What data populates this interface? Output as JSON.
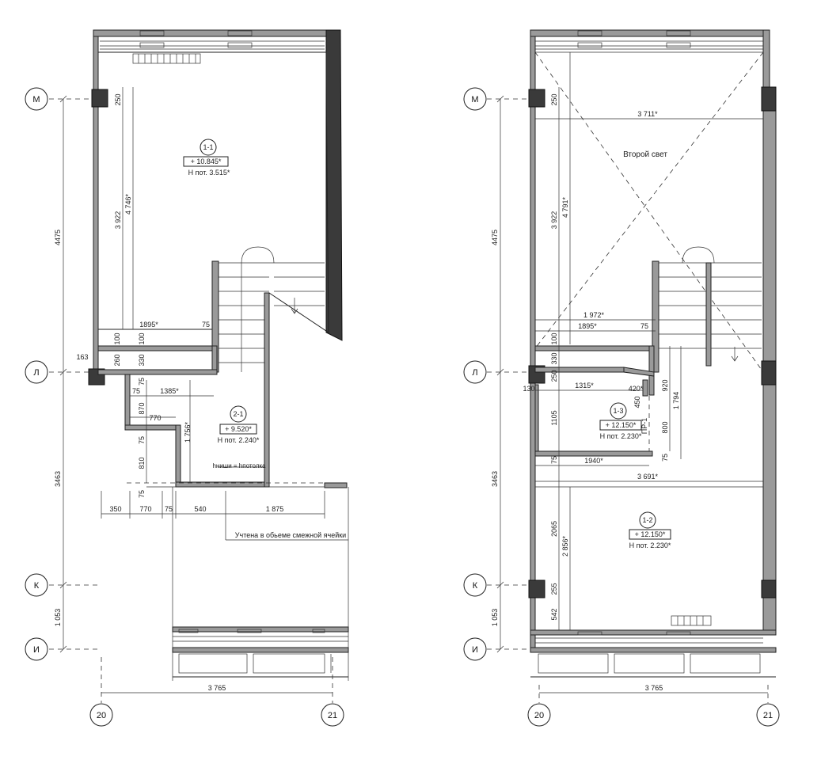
{
  "axes": {
    "m": "М",
    "l": "Л",
    "k": "К",
    "i": "И",
    "a20": "20",
    "a21": "21"
  },
  "left": {
    "room_1_1": {
      "id": "1-1",
      "level": "+ 10.845*",
      "height": "Н пот. 3.515*"
    },
    "room_2_1": {
      "id": "2-1",
      "level": "+ 9.520*",
      "height": "Н пот. 2.240*"
    },
    "note_h": "hниши = hпотолка",
    "note_adjacent": "Учтена в обьеме смежной ячейки",
    "dims": {
      "d4475": "4475",
      "d3463": "3463",
      "d1053": "1 053",
      "d250": "250",
      "d3922": "3 922",
      "d4746": "4 746*",
      "d1895": "1895*",
      "d75a": "75",
      "d100a": "100",
      "d100b": "100",
      "d163": "163",
      "d260": "260",
      "d330": "330",
      "d75b": "75",
      "d75c": "75",
      "d1385": "1385*",
      "d870": "870",
      "d770a": "770",
      "d75d": "75",
      "d1756": "1 756*",
      "d810": "810",
      "d75e": "75",
      "b350": "350",
      "b770": "770",
      "b75": "75",
      "b540": "540",
      "b1875": "1 875",
      "w3765": "3 765"
    }
  },
  "right": {
    "second_light": "Второй свет",
    "room_1_3": {
      "id": "1-3",
      "level": "+ 12.150*",
      "height": "Н пот. 2.230*"
    },
    "room_1_2": {
      "id": "1-2",
      "level": "+ 12.150*",
      "height": "Н пот. 2.230*"
    },
    "pr1": "ПР-1",
    "dims": {
      "d4475": "4475",
      "d3463": "3463",
      "d1053": "1 053",
      "d250": "250",
      "d3922": "3 922",
      "d4791": "4 791*",
      "d3711": "3 711*",
      "d1972": "1 972*",
      "d1895": "1895*",
      "d75a": "75",
      "d100": "100",
      "d330": "330",
      "d250b": "250",
      "d130": "130",
      "d1315": "1315*",
      "d420": "420*",
      "d450": "450",
      "d920": "920",
      "d1794": "1 794",
      "d1105": "1105",
      "d800": "800",
      "d75b": "75",
      "d75c": "75",
      "d1940": "1940*",
      "d3691": "3 691*",
      "d2065": "2065",
      "d2856": "2 856*",
      "d255": "255",
      "d542": "542",
      "w3765": "3 765"
    }
  }
}
